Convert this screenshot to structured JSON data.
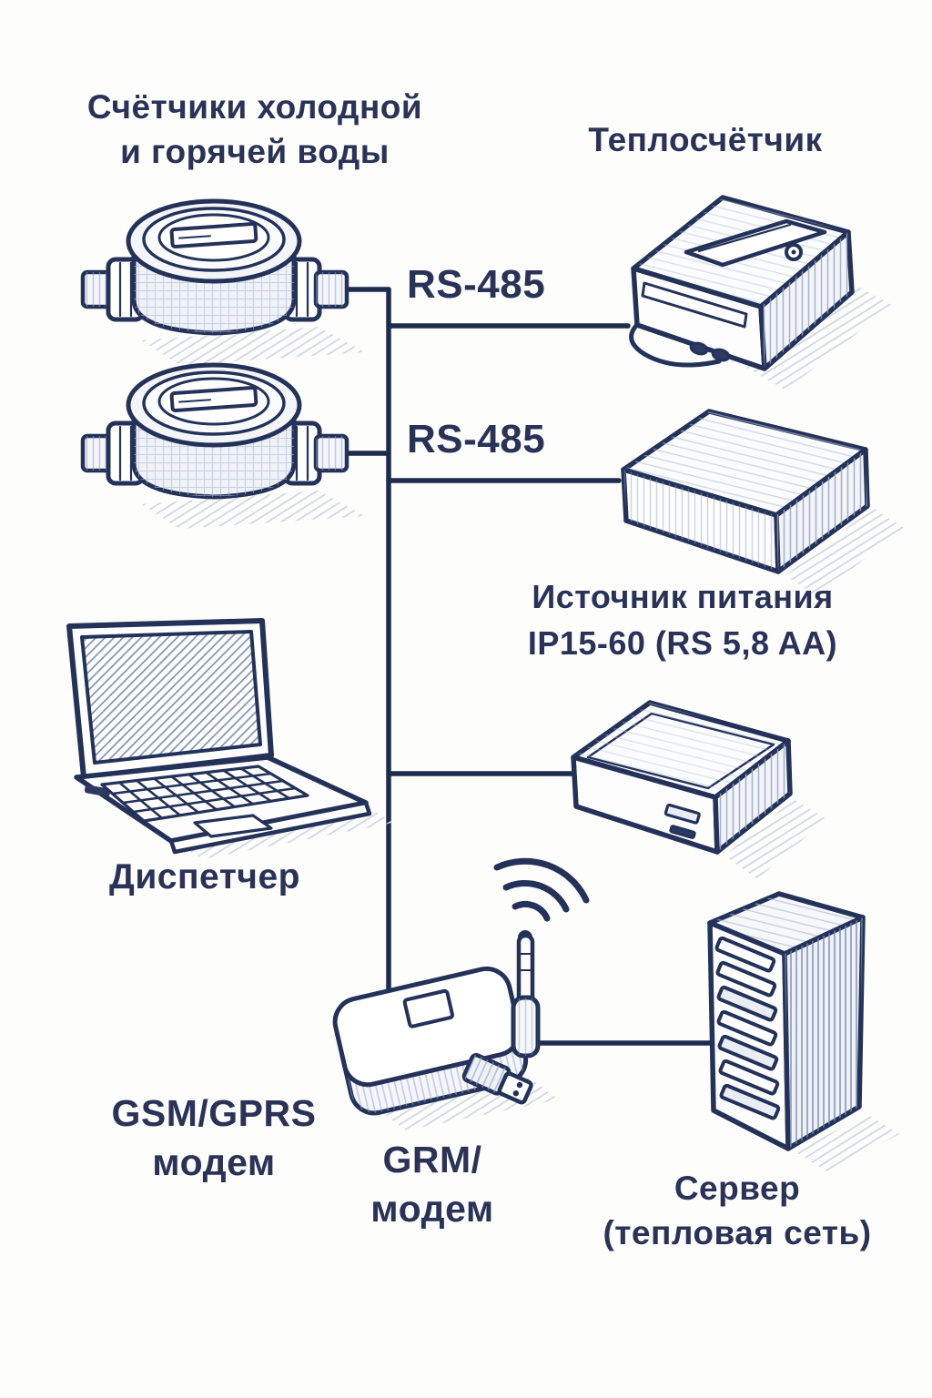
{
  "palette": {
    "ink": "#243158",
    "connector_line": "#1f2b4d",
    "text": "#2a3357",
    "background": "#fdfdfb",
    "hatch_light": "#a9b5cb"
  },
  "nodes": {
    "water_meters": {
      "label": "Счётчики холодной\nи горячей воды",
      "icon": "water-meter-icon",
      "count": 2
    },
    "heat_meter": {
      "label": "Теплосчётчик",
      "icon": "heat-meter-icon"
    },
    "power_supply": {
      "label": "Источник питания\nIP15-60 (RS 5,8 AA)",
      "icon": "power-supply-box-icon"
    },
    "interface_box": {
      "icon": "interface-box-icon"
    },
    "dispatcher": {
      "label": "Диспетчер",
      "icon": "laptop-icon"
    },
    "gsm_modem": {
      "label": "GSM/GPRS\nмодем",
      "icon": "gsm-modem-icon"
    },
    "grm_modem": {
      "label": "GRM/\nмодем",
      "icon": "antenna-icon"
    },
    "server": {
      "label": "Сервер\n(тепловая сеть)",
      "icon": "server-tower-icon"
    }
  },
  "connections": {
    "rs485_top": "RS-485",
    "rs485_bottom": "RS-485"
  }
}
